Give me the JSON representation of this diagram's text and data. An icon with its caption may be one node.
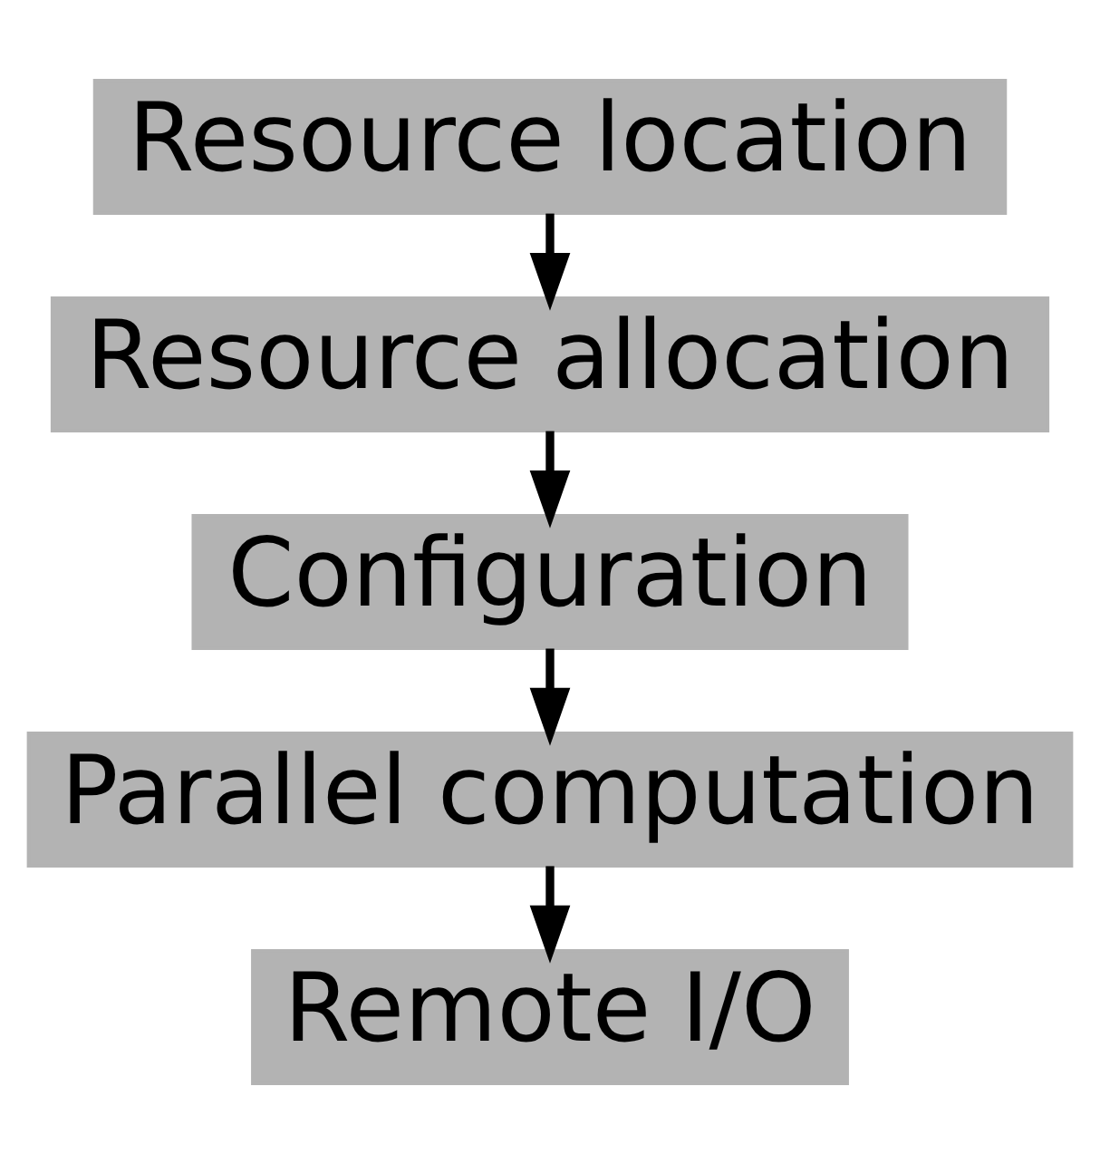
{
  "diagram": {
    "nodes": [
      {
        "text": [
          "Resource location"
        ]
      },
      {
        "text": [
          "Resource allocation"
        ]
      },
      {
        "text": [
          "Configuration"
        ]
      },
      {
        "text": [
          "Parallel computation"
        ]
      },
      {
        "text": [
          "Remote I/O"
        ]
      }
    ],
    "edges": [
      {
        "from": 0,
        "to": 1,
        "arrow": "to"
      },
      {
        "from": 1,
        "to": 2,
        "arrow": "to"
      },
      {
        "from": 2,
        "to": 3,
        "arrow": "to"
      },
      {
        "from": 3,
        "to": 4,
        "arrow": "to"
      }
    ]
  }
}
